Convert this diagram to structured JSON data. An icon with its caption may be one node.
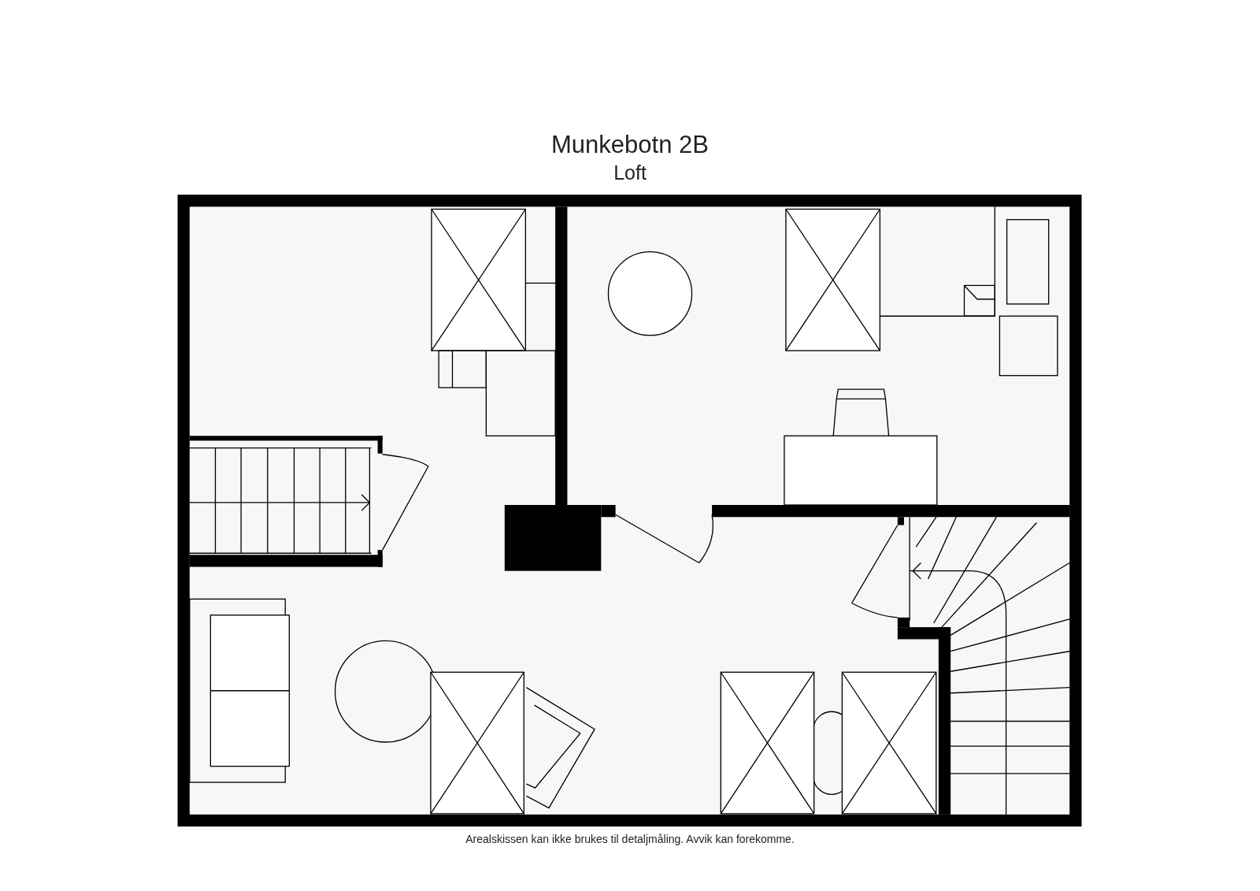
{
  "diagram": {
    "title": "Munkebotn 2B",
    "labels": [
      "Loft"
    ],
    "caption": "Arealskissen kan ikke brukes til detaljmåling. Avvik kan forekomme."
  }
}
